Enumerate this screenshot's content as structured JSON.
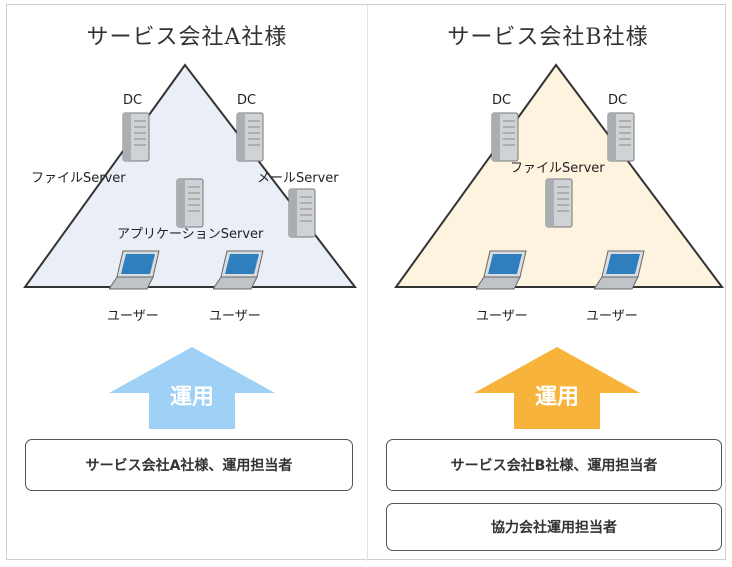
{
  "colors": {
    "triangle_a_fill": "#e9eef7",
    "triangle_b_fill": "#fdf3df",
    "triangle_stroke": "#333333",
    "arrow_a": "#9fd0f5",
    "arrow_b": "#f7b33c"
  },
  "panel_a": {
    "title": "サービス会社A社様",
    "dc_left": "DC",
    "dc_right": "DC",
    "file_server": "ファイルServer",
    "mail_server": "メールServer",
    "app_server": "アプリケーションServer",
    "user_left": "ユーザー",
    "user_right": "ユーザー",
    "arrow_label": "運用",
    "operator_box": "サービス会社A社様、運用担当者"
  },
  "panel_b": {
    "title": "サービス会社B社様",
    "dc_left": "DC",
    "dc_right": "DC",
    "file_server": "ファイルServer",
    "user_left": "ユーザー",
    "user_right": "ユーザー",
    "arrow_label": "運用",
    "operator_box": "サービス会社B社様、運用担当者",
    "partner_box": "協力会社運用担当者"
  }
}
